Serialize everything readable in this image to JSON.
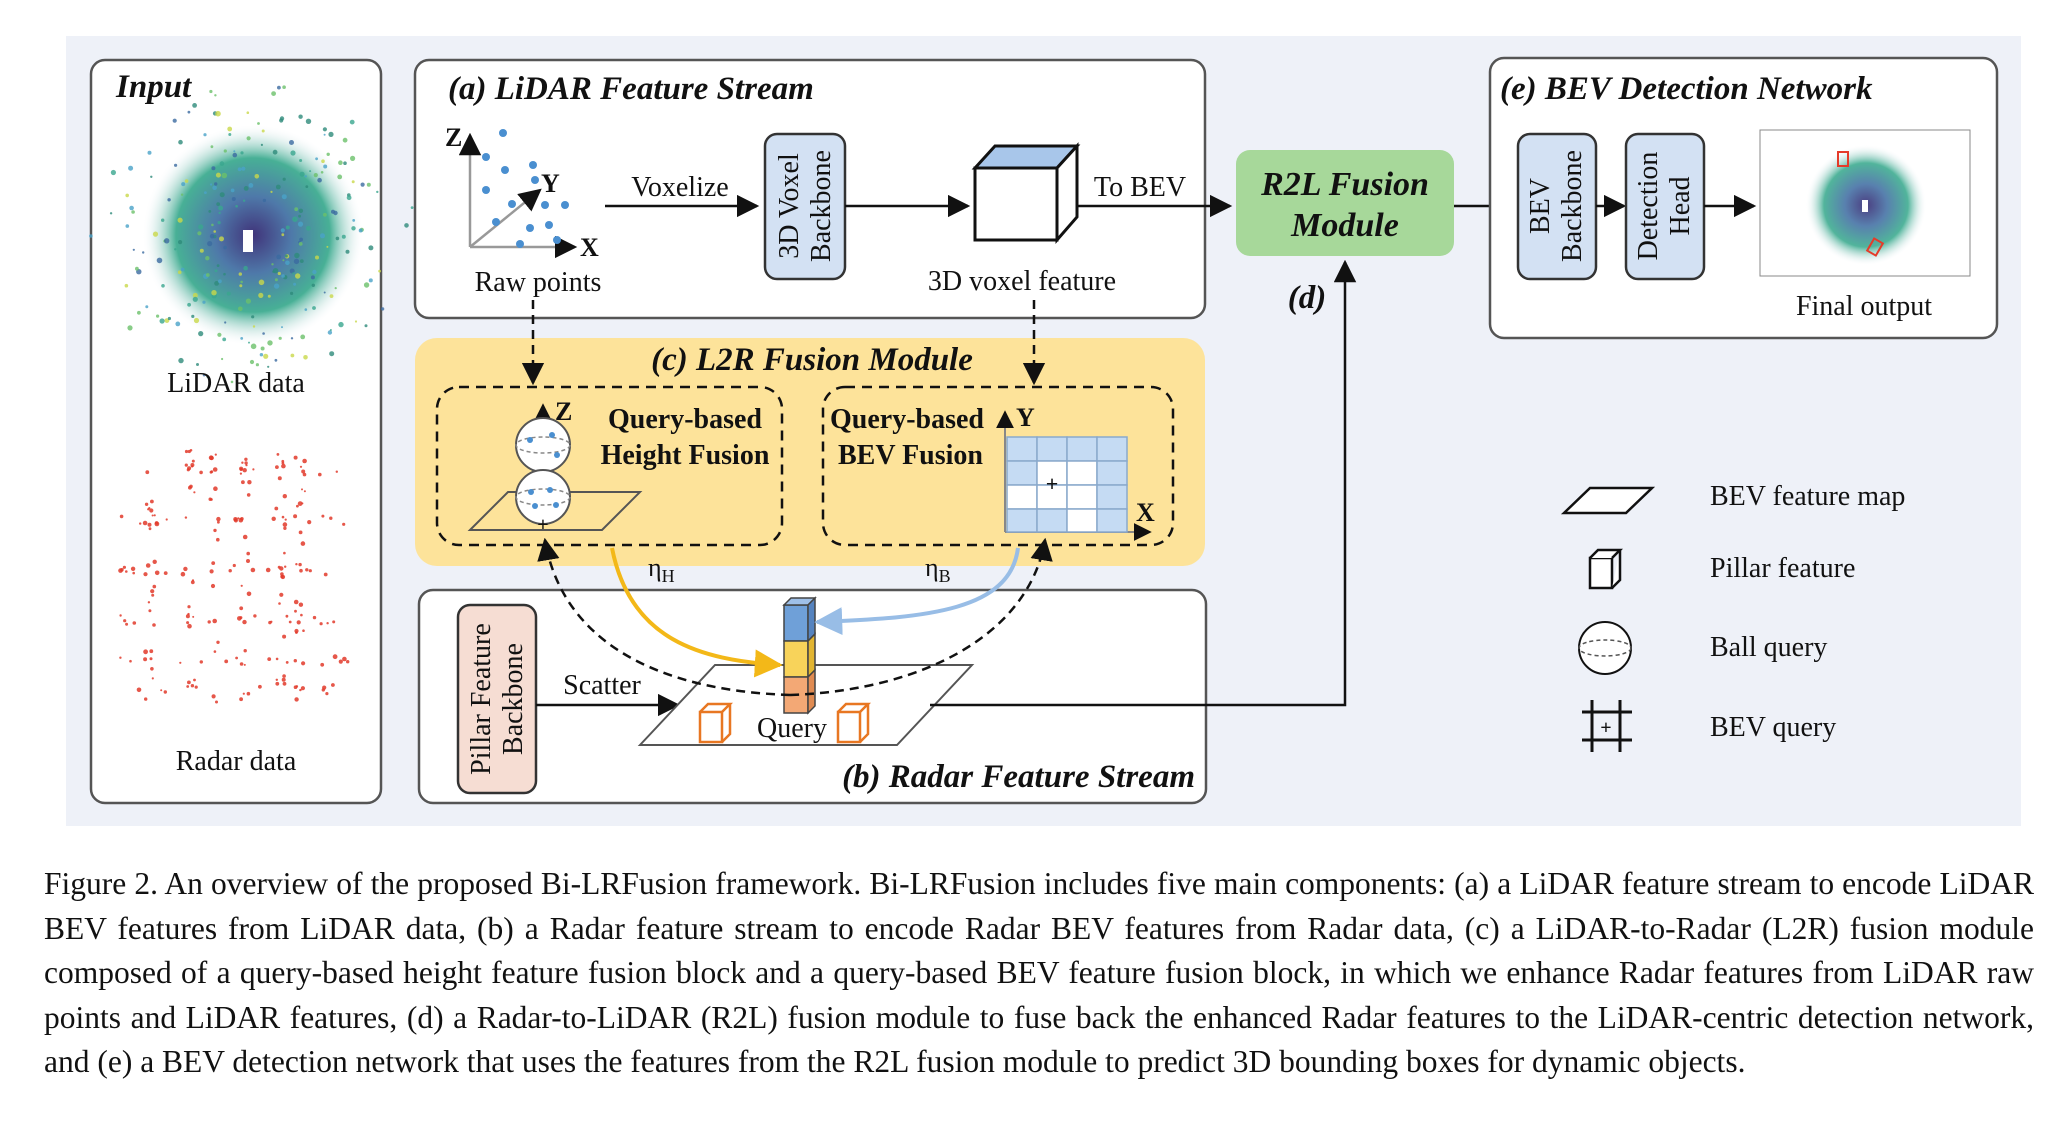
{
  "panels": {
    "input": {
      "title": "Input",
      "lidar_label": "LiDAR data",
      "radar_label": "Radar data"
    },
    "lidar_stream": {
      "title": "(a) LiDAR Feature Stream",
      "axis_z": "Z",
      "axis_y": "Y",
      "axis_x": "X",
      "raw_points": "Raw points",
      "voxelize": "Voxelize",
      "backbone_line1": "3D Voxel",
      "backbone_line2": "Backbone",
      "to_bev": "To BEV",
      "voxel_feature": "3D voxel feature"
    },
    "r2l": {
      "line1": "R2L Fusion",
      "line2": "Module",
      "tag": "(d)"
    },
    "bev_detection": {
      "title": "(e) BEV Detection Network",
      "bev_line1": "BEV",
      "bev_line2": "Backbone",
      "head_line1": "Detection",
      "head_line2": "Head",
      "final_output": "Final output"
    },
    "l2r": {
      "title": "(c) L2R Fusion Module",
      "height_line1": "Query-based",
      "height_line2": "Height Fusion",
      "bev_line1": "Query-based",
      "bev_line2": "BEV Fusion",
      "axis_z": "Z",
      "axis_y": "Y",
      "axis_x": "X",
      "eta": "η",
      "sub_h": "H",
      "sub_b": "B"
    },
    "radar_stream": {
      "title": "(b) Radar Feature Stream",
      "pillar_line1": "Pillar Feature",
      "pillar_line2": "Backbone",
      "scatter": "Scatter",
      "query": "Query"
    }
  },
  "legend": [
    {
      "icon": "bev-feature-map-icon",
      "label": "BEV feature map"
    },
    {
      "icon": "pillar-feature-icon",
      "label": "Pillar feature"
    },
    {
      "icon": "ball-query-icon",
      "label": "Ball query"
    },
    {
      "icon": "bev-query-icon",
      "label": "BEV query"
    }
  ],
  "caption": "Figure 2.  An overview of the proposed Bi-LRFusion framework.  Bi-LRFusion includes five main components: (a) a LiDAR feature stream to encode LiDAR BEV features from LiDAR data, (b) a Radar feature stream to encode Radar BEV features from Radar data, (c) a LiDAR-to-Radar (L2R) fusion module composed of a query-based height feature fusion block and a query-based BEV feature fusion block, in which we enhance Radar features from LiDAR raw points and LiDAR features, (d) a Radar-to-LiDAR (R2L) fusion module to fuse back the enhanced Radar features to the LiDAR-centric detection network, and (e) a BEV detection network that uses the features from the R2L fusion module to predict 3D bounding boxes for dynamic objects.",
  "colors": {
    "background": "#eef1f8",
    "r2l_fill": "#a7d89a",
    "l2r_fill": "#fde39a",
    "backbone_fill": "#d3e1f3",
    "pillar_fill": "#f6ddd3",
    "height_arrow": "#f3b818",
    "bev_arrow": "#98bde6",
    "grid_blue": "#c5dbf3"
  }
}
